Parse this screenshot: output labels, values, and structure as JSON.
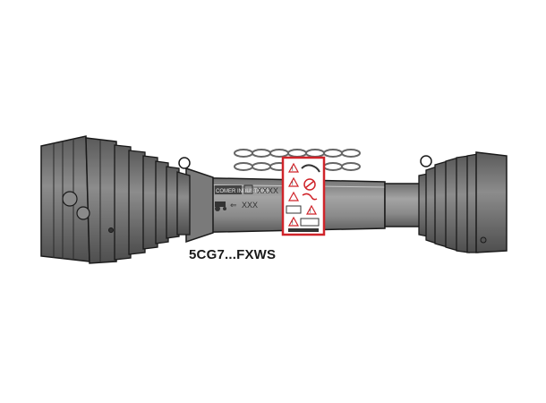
{
  "product": {
    "model_code": "5CG7...FXWS",
    "tube_text_top": "XXXX",
    "tube_text_bottom": "XXX",
    "brand_text": "COMER INDUSTRIES"
  },
  "colors": {
    "shaft_gray": "#8f8f8f",
    "shaft_dark": "#4a4a4a",
    "label_red": "#d0242a",
    "outline": "#1a1a1a"
  },
  "icons": [
    "safety-chain-icon",
    "warning-label-icon",
    "tractor-icon"
  ]
}
